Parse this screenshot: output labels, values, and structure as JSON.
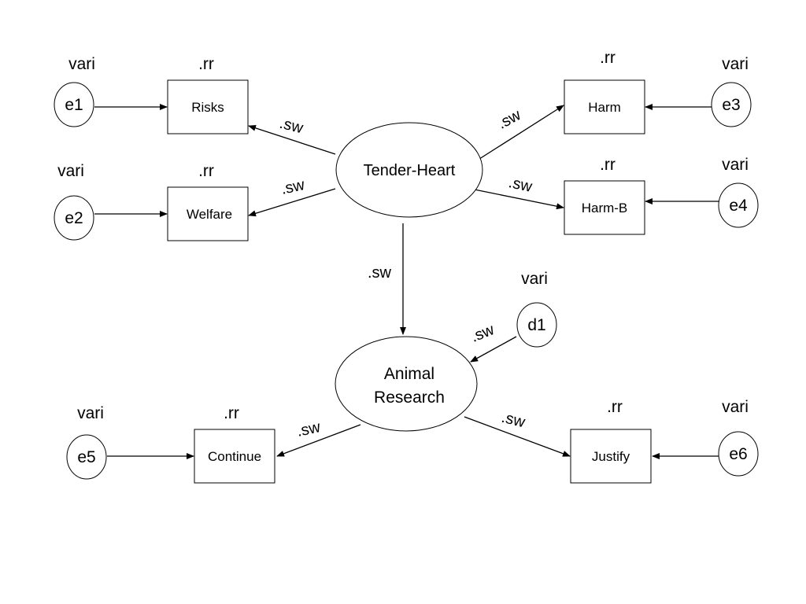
{
  "latents": {
    "tender_heart": "Tender-Heart",
    "animal_research_line1": "Animal",
    "animal_research_line2": "Research"
  },
  "indicators": {
    "risks": "Risks",
    "welfare": "Welfare",
    "harm": "Harm",
    "harm_b": "Harm-B",
    "continue": "Continue",
    "justify": "Justify"
  },
  "errors": {
    "e1": "e1",
    "e2": "e2",
    "e3": "e3",
    "e4": "e4",
    "e5": "e5",
    "e6": "e6",
    "d1": "d1"
  },
  "variance_labels": {
    "e1": "vari",
    "e2": "vari",
    "e3": "vari",
    "e4": "vari",
    "e5": "vari",
    "e6": "vari",
    "d1": "vari"
  },
  "reliability_labels": {
    "risks": ".rr",
    "welfare": ".rr",
    "harm": ".rr",
    "harm_b": ".rr",
    "continue": ".rr",
    "justify": ".rr"
  },
  "path_labels": {
    "th_risks": ".sw",
    "th_welfare": ".sw",
    "th_harm": ".sw",
    "th_harm_b": ".sw",
    "th_ar": ".sw",
    "d1_ar": ".sw",
    "ar_continue": ".sw",
    "ar_justify": ".sw"
  }
}
